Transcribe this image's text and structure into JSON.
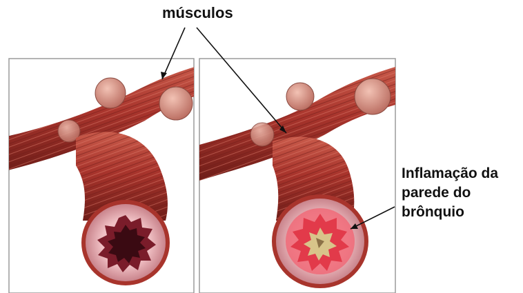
{
  "labels": {
    "muscles": "músculos",
    "inflammation_lines": [
      "Inflamação da",
      "parede do",
      "brônquio"
    ]
  },
  "colors": {
    "muscle": "#a8342c",
    "muscle_dark": "#6e1d18",
    "muscle_light": "#d06050",
    "tissue_pink": "#e7aab0",
    "mucosa_normal": "#7a1c2a",
    "mucosa_inflamed": "#e23a4a",
    "mucus": "#d8c48a",
    "panel_border": "#9a9a9a"
  },
  "panels": [
    {
      "name": "normal-bronchus",
      "state": "normal"
    },
    {
      "name": "inflamed-bronchus",
      "state": "inflamed"
    }
  ]
}
